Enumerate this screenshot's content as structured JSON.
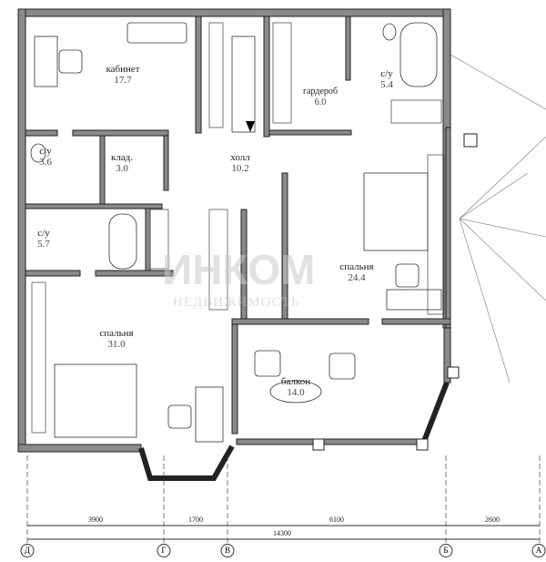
{
  "rooms": [
    {
      "name": "кабинет",
      "area": "17.7"
    },
    {
      "name": "с/у",
      "area": "3.6"
    },
    {
      "name": "клад.",
      "area": "3.0"
    },
    {
      "name": "холл",
      "area": "10.2"
    },
    {
      "name": "гардероб",
      "area": "6.0"
    },
    {
      "name": "с/у",
      "area": "5.4"
    },
    {
      "name": "с/у",
      "area": "5.7"
    },
    {
      "name": "спальня",
      "area": "24.4"
    },
    {
      "name": "спальня",
      "area": "31.0"
    },
    {
      "name": "балкон",
      "area": "14.0"
    }
  ],
  "dimensions": {
    "segments": [
      "3900",
      "1700",
      "6100",
      "2600"
    ],
    "total": "14300"
  },
  "axes": [
    "Д",
    "Г",
    "В",
    "Б",
    "А"
  ],
  "watermark": {
    "main": "ИНКОМ",
    "sub": "НЕДВИЖИМОСТЬ"
  }
}
